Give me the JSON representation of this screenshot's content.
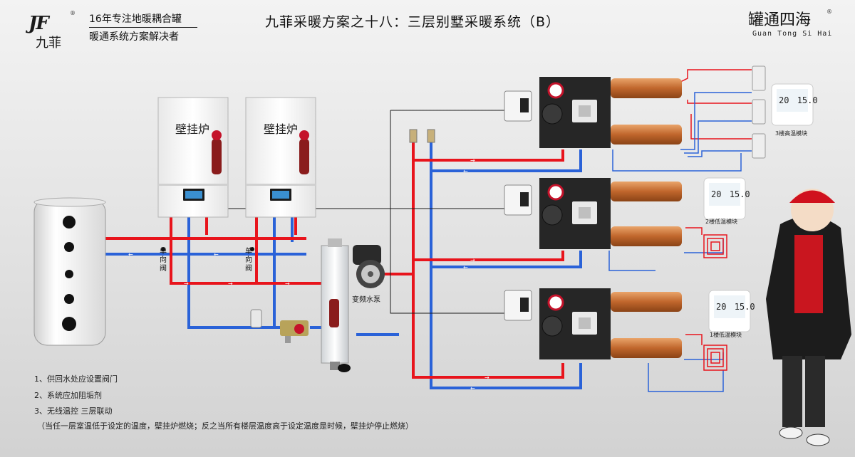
{
  "header": {
    "logo_glyph": "JF",
    "logo_cn": "九菲",
    "registered": "®",
    "slogan_line1": "16年专注地暖耦合罐",
    "slogan_line2": "暖通系统方案解决者",
    "title": "九菲采暖方案之十八：三层别墅采暖系统（B）",
    "brand_right_cn": "罐通四海",
    "brand_right_en": "Guan Tong Si Hai"
  },
  "components": {
    "boiler_label": "壁挂炉",
    "check_valve_label": [
      "单",
      "向",
      "阀"
    ],
    "pump_label": "变频水泵",
    "module_floor3": "3楼高温模块",
    "module_floor2": "2楼低温模块",
    "module_floor1": "1楼低温模块",
    "thermostat_left": "20",
    "thermostat_right": "15.0"
  },
  "notes": [
    "1、供回水处应设置阀门",
    "2、系统应加阻垢剂",
    "3、无线温控 三层联动",
    "（当任一层室温低于设定的温度，壁挂炉燃烧；反之当所有楼层温度高于设定温度是时候，壁挂炉停止燃烧）"
  ],
  "colors": {
    "supply": "#e8141c",
    "return": "#2a62d8",
    "control_wire": "#1a1a1a",
    "copper": "#c8763a",
    "mixer_panel": "#2b2b2b"
  }
}
